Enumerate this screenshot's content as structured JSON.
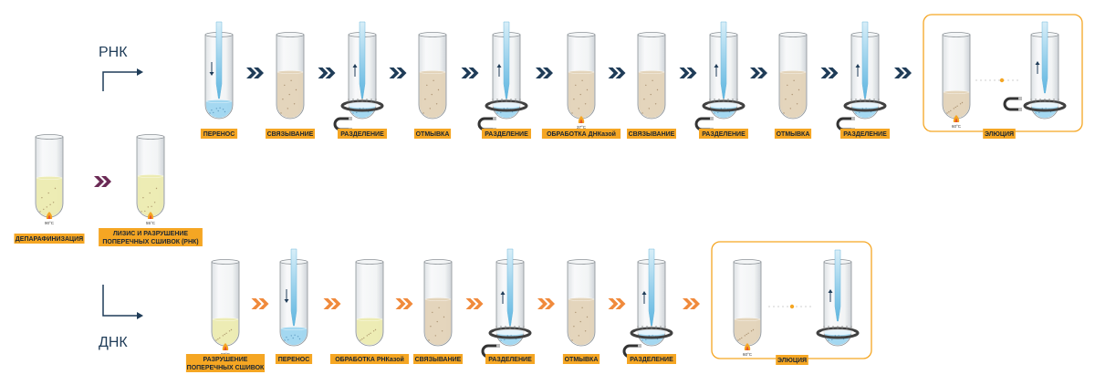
{
  "colors": {
    "label_bg": "#f5a623",
    "label_text": "#1b2633",
    "arrow_rna": "#1f3c58",
    "arrow_dna": "#f08a3c",
    "arrow_start": "#6b2a55",
    "highlight_box": "#f5a623",
    "liquid_blue": "#9fd6f0",
    "liquid_beige": "#e3d3b8",
    "liquid_yellow": "#ecebb0",
    "magnet_ring": "#404040"
  },
  "branches": {
    "rna_label": "РНК",
    "dna_label": "ДНК"
  },
  "start": {
    "deparaffinization": {
      "label": "ДЕПАРАФИНИЗАЦИЯ",
      "temp": "90°C",
      "heat_icon": "flame-icon"
    },
    "lysis": {
      "label_line1": "ЛИЗИС И РАЗРУШЕНИЕ",
      "label_line2": "ПОПЕРЕЧНЫХ СШИВОК (РНК)",
      "temp": "55°C",
      "heat_icon": "flame-icon"
    }
  },
  "rna_steps": [
    {
      "label": "ПЕРЕНОС",
      "tube": "blue",
      "pipette": "down"
    },
    {
      "label": "СВЯЗЫВАНИЕ",
      "tube": "beige",
      "pipette": "none"
    },
    {
      "label": "РАЗДЕЛЕНИЕ",
      "tube": "blue",
      "pipette": "up",
      "magnet": true
    },
    {
      "label": "ОТМЫВКА",
      "tube": "beige",
      "pipette": "none"
    },
    {
      "label": "РАЗДЕЛЕНИЕ",
      "tube": "blue",
      "pipette": "up",
      "magnet": true
    },
    {
      "label": "ОБРАБОТКА ДНКазой",
      "tube": "beige",
      "pipette": "none",
      "temp": "37°C"
    },
    {
      "label": "СВЯЗЫВАНИЕ",
      "tube": "beige",
      "pipette": "none"
    },
    {
      "label": "РАЗДЕЛЕНИЕ",
      "tube": "blue",
      "pipette": "up",
      "magnet": true
    },
    {
      "label": "ОТМЫВКА",
      "tube": "beige",
      "pipette": "none"
    },
    {
      "label": "РАЗДЕЛЕНИЕ",
      "tube": "blue",
      "pipette": "up",
      "magnet": true
    }
  ],
  "rna_elution": {
    "label": "ЭЛЮЦИЯ",
    "temp": "60°C"
  },
  "dna_steps": [
    {
      "label_line1": "РАЗРУШЕНИЕ",
      "label_line2": "ПОПЕРЕЧНЫХ СШИВОК",
      "tube": "yellow",
      "pipette": "none",
      "temp": "80°C"
    },
    {
      "label": "ПЕРЕНОС",
      "tube": "blue",
      "pipette": "down"
    },
    {
      "label": "ОБРАБОТКА РНКазой",
      "tube": "yellow",
      "pipette": "none"
    },
    {
      "label": "СВЯЗЫВАНИЕ",
      "tube": "beige",
      "pipette": "none"
    },
    {
      "label": "РАЗДЕЛЕНИЕ",
      "tube": "blue",
      "pipette": "up",
      "magnet": true
    },
    {
      "label": "ОТМЫВКА",
      "tube": "beige",
      "pipette": "none"
    },
    {
      "label": "РАЗДЕЛЕНИЕ",
      "tube": "blue",
      "pipette": "up",
      "magnet": true
    }
  ],
  "dna_elution": {
    "label": "ЭЛЮЦИЯ",
    "temp": "60°C"
  }
}
